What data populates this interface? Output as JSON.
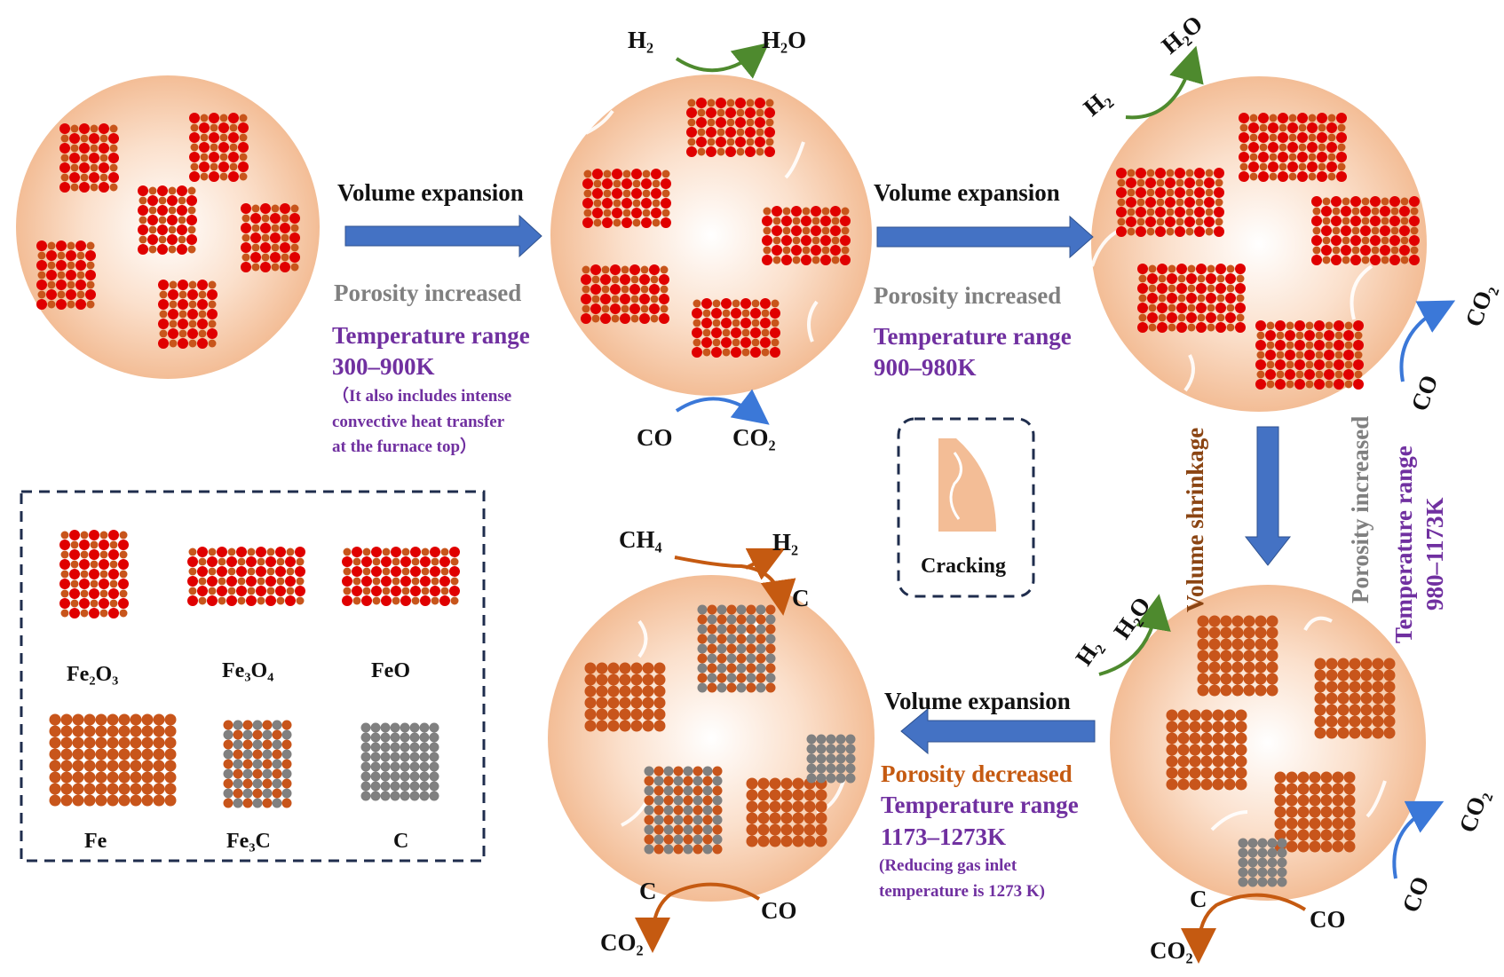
{
  "stage1": {
    "transition": "Volume expansion",
    "porosity": "Porosity increased",
    "temp_label": "Temperature range",
    "temp_range": "300–900K",
    "note_line1": "（It also includes intense",
    "note_line2": "convective heat transfer",
    "note_line3": "at the furnace top）"
  },
  "stage2": {
    "transition": "Volume expansion",
    "porosity": "Porosity increased",
    "temp_label": "Temperature range",
    "temp_range": "900–980K",
    "gas_in_top": "H₂",
    "gas_out_top": "H₂O",
    "gas_in_bottom": "CO",
    "gas_out_bottom": "CO₂"
  },
  "stage3": {
    "gas_in_top": "H₂",
    "gas_out_top": "H₂O",
    "gas_in_side": "CO",
    "gas_out_side": "CO₂",
    "shrinkage": "Volume shrinkage",
    "porosity": "Porosity increased",
    "temp_label": "Temperature range",
    "temp_range": "980–1173K"
  },
  "stage4": {
    "gas_in_top": "H₂",
    "gas_out_top": "H₂O",
    "gas_in_side": "CO",
    "gas_out_side": "CO₂",
    "carbon_in": "CO",
    "carbon_out_c": "C",
    "carbon_out_co2": "CO₂",
    "transition": "Volume expansion",
    "porosity": "Porosity decreased",
    "temp_label": "Temperature range",
    "temp_range": "1173–1273K",
    "note_line1": "(Reducing gas inlet",
    "note_line2": "temperature is 1273 K)"
  },
  "stage5": {
    "ch4": "CH₄",
    "h2": "H₂",
    "c_top": "C",
    "co": "CO",
    "c_bottom": "C",
    "co2": "CO₂"
  },
  "cracking": {
    "label": "Cracking"
  },
  "legend": {
    "items": [
      "Fe₂O₃",
      "Fe₃O₄",
      "FeO",
      "Fe",
      "Fe₃C",
      "C"
    ]
  },
  "colors": {
    "particle": "#f5c7a3",
    "arrow_blue": "#4472c4",
    "oxygen": "#e00000",
    "iron": "#c8551b",
    "carbon": "#808080",
    "green_arrow": "#4e8a2e",
    "orange_arrow": "#c55a11",
    "purple": "#7030a0"
  }
}
